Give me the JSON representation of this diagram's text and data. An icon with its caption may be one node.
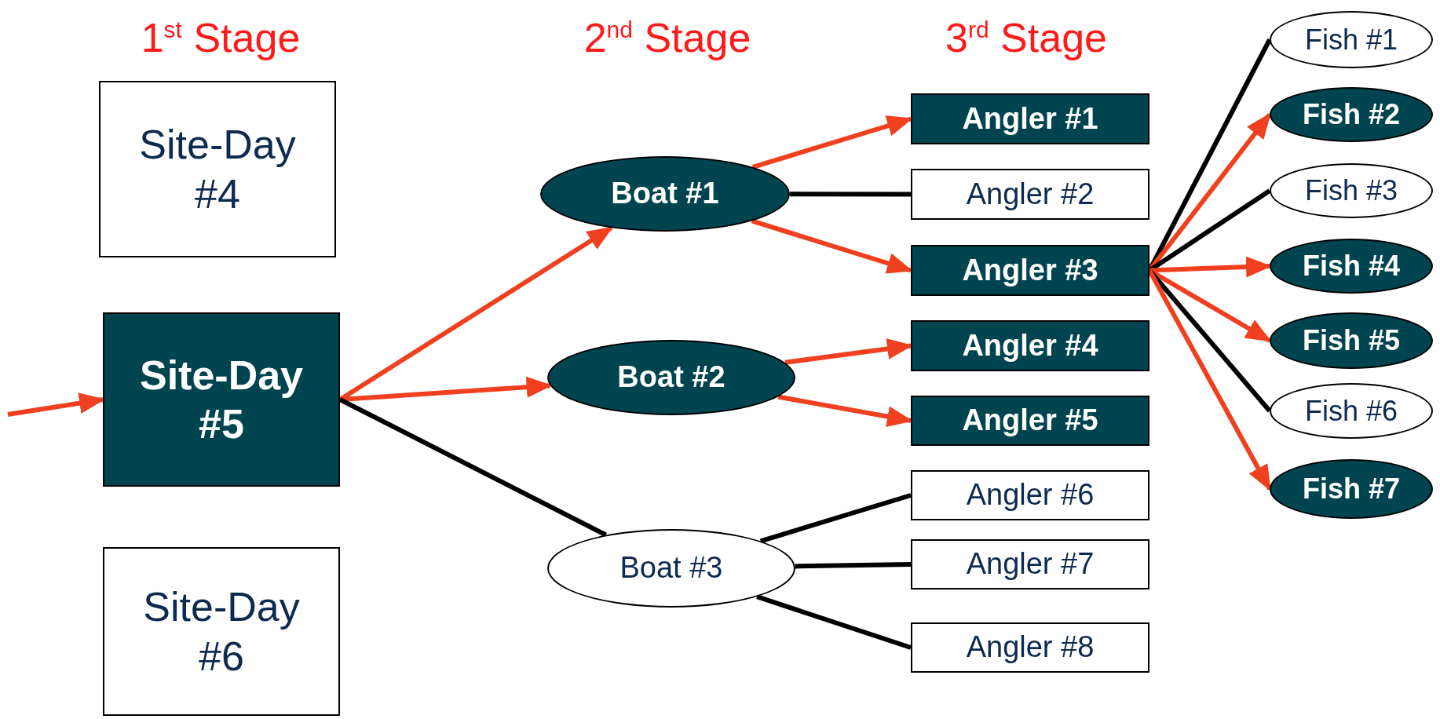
{
  "diagram": {
    "nodes": [
      {
        "text": [
          "Site-Day #4"
        ]
      },
      {
        "text": [
          "Site-Day #5"
        ]
      },
      {
        "text": [
          "Site-Day #6"
        ]
      },
      {
        "text": [
          "Boat #1"
        ]
      },
      {
        "text": [
          "Boat #2"
        ]
      },
      {
        "text": [
          "Boat #3"
        ]
      },
      {
        "text": [
          "Angler #1"
        ]
      },
      {
        "text": [
          "Angler #2"
        ]
      },
      {
        "text": [
          "Angler #3"
        ]
      },
      {
        "text": [
          "Angler #4"
        ]
      },
      {
        "text": [
          "Angler #5"
        ]
      },
      {
        "text": [
          "Angler #6"
        ]
      },
      {
        "text": [
          "Angler #7"
        ]
      },
      {
        "text": [
          "Angler #8"
        ]
      },
      {
        "text": [
          "Fish #1"
        ]
      },
      {
        "text": [
          "Fish #2"
        ]
      },
      {
        "text": [
          "Fish #3"
        ]
      },
      {
        "text": [
          "Fish #4"
        ]
      },
      {
        "text": [
          "Fish #5"
        ]
      },
      {
        "text": [
          "Fish #6"
        ]
      },
      {
        "text": [
          "Fish #7"
        ]
      }
    ],
    "edges": [
      {
        "from": null,
        "to": 1,
        "arrow": "to"
      },
      {
        "from": 1,
        "to": 3,
        "arrow": "to"
      },
      {
        "from": 1,
        "to": 4,
        "arrow": "to"
      },
      {
        "from": 1,
        "to": 5,
        "arrow": "none",
        "color": "#000000"
      },
      {
        "from": 3,
        "to": 6,
        "arrow": "to"
      },
      {
        "from": 3,
        "to": 7,
        "arrow": "none",
        "color": "#000000"
      },
      {
        "from": 3,
        "to": 8,
        "arrow": "to"
      },
      {
        "from": 4,
        "to": 9,
        "arrow": "to"
      },
      {
        "from": 4,
        "to": 10,
        "arrow": "to"
      },
      {
        "from": 5,
        "to": 11,
        "arrow": "none",
        "color": "#000000"
      },
      {
        "from": 5,
        "to": 12,
        "arrow": "none",
        "color": "#000000"
      },
      {
        "from": 5,
        "to": 13,
        "arrow": "none",
        "color": "#000000"
      },
      {
        "from": 8,
        "to": 14,
        "arrow": "none",
        "color": "#000000"
      },
      {
        "from": 8,
        "to": 15,
        "arrow": "to"
      },
      {
        "from": 8,
        "to": 16,
        "arrow": "none",
        "color": "#000000"
      },
      {
        "from": 8,
        "to": 17,
        "arrow": "to"
      },
      {
        "from": 8,
        "to": 18,
        "arrow": "to"
      },
      {
        "from": 8,
        "to": 19,
        "arrow": "none",
        "color": "#000000"
      },
      {
        "from": 8,
        "to": 20,
        "arrow": "to"
      }
    ],
    "labels": [
      "1$^{st}$ Stage",
      "2$^{nd}$ Stage",
      "3$^{rd}$ Stage"
    ]
  }
}
